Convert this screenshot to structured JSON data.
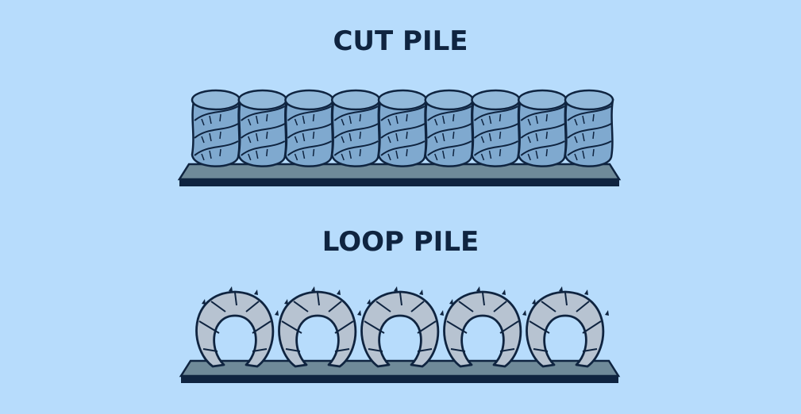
{
  "diagram": {
    "sections": [
      {
        "title": "CUT PILE",
        "fiber_count": 9,
        "fiber_style": "twisted-upright-tuft",
        "fiber_color": "#7fa9cf"
      },
      {
        "title": "LOOP PILE",
        "fiber_count": 5,
        "fiber_style": "looped-yarn",
        "fiber_color": "#b7c3d1"
      }
    ],
    "colors": {
      "background": "#b7dcfc",
      "text": "#0f2440",
      "outline": "#0f2440",
      "backing_top": "#6f8a99",
      "backing_edge": "#0f2440"
    }
  }
}
